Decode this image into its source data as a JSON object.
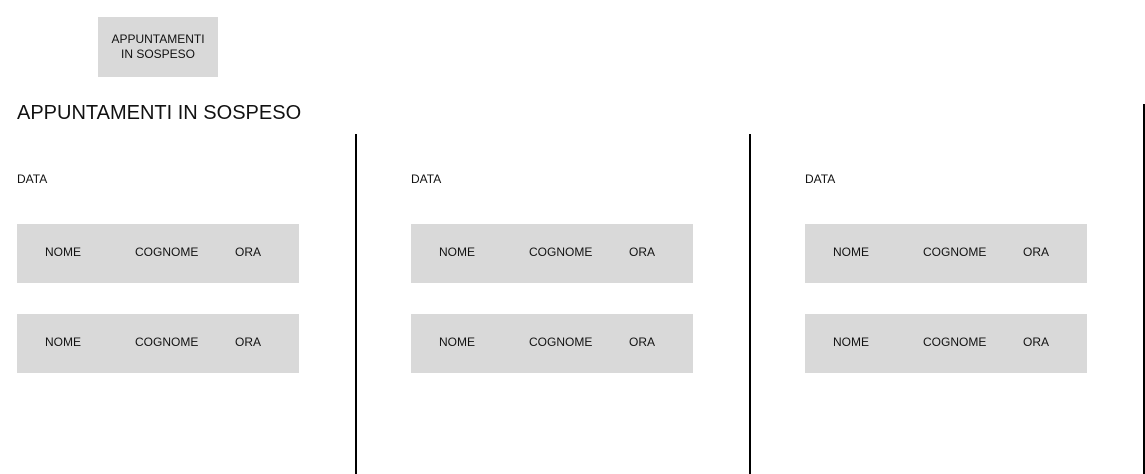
{
  "header": {
    "button_label": "APPUNTAMENTI IN SOSPESO",
    "title": "APPUNTAMENTI IN SOSPESO"
  },
  "columns": [
    {
      "date_label": "DATA",
      "rows": [
        {
          "nome": "NOME",
          "cognome": "COGNOME",
          "ora": "ORA"
        },
        {
          "nome": "NOME",
          "cognome": "COGNOME",
          "ora": "ORA"
        }
      ]
    },
    {
      "date_label": "DATA",
      "rows": [
        {
          "nome": "NOME",
          "cognome": "COGNOME",
          "ora": "ORA"
        },
        {
          "nome": "NOME",
          "cognome": "COGNOME",
          "ora": "ORA"
        }
      ]
    },
    {
      "date_label": "DATA",
      "rows": [
        {
          "nome": "NOME",
          "cognome": "COGNOME",
          "ora": "ORA"
        },
        {
          "nome": "NOME",
          "cognome": "COGNOME",
          "ora": "ORA"
        }
      ]
    }
  ],
  "colors": {
    "card_background": "#d9d9d9",
    "divider": "#000000",
    "text": "#111111"
  }
}
